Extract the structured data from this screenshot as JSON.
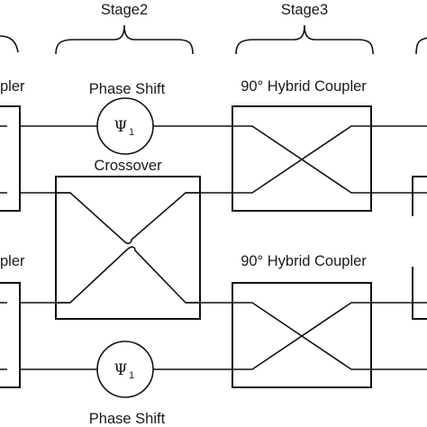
{
  "stages": {
    "stage2": "Stage2",
    "stage3": "Stage3"
  },
  "stage1_partial_labels": {
    "top": "pler",
    "bottom": "pler"
  },
  "phase_shift": {
    "top_label": "Phase Shift",
    "bottom_label": "Phase Shift",
    "symbol": "Ψ",
    "subscript": "1"
  },
  "crossover_label": "Crossover",
  "hybrid": {
    "top_label": "90° Hybrid Coupler",
    "bottom_label": "90° Hybrid Coupler"
  }
}
